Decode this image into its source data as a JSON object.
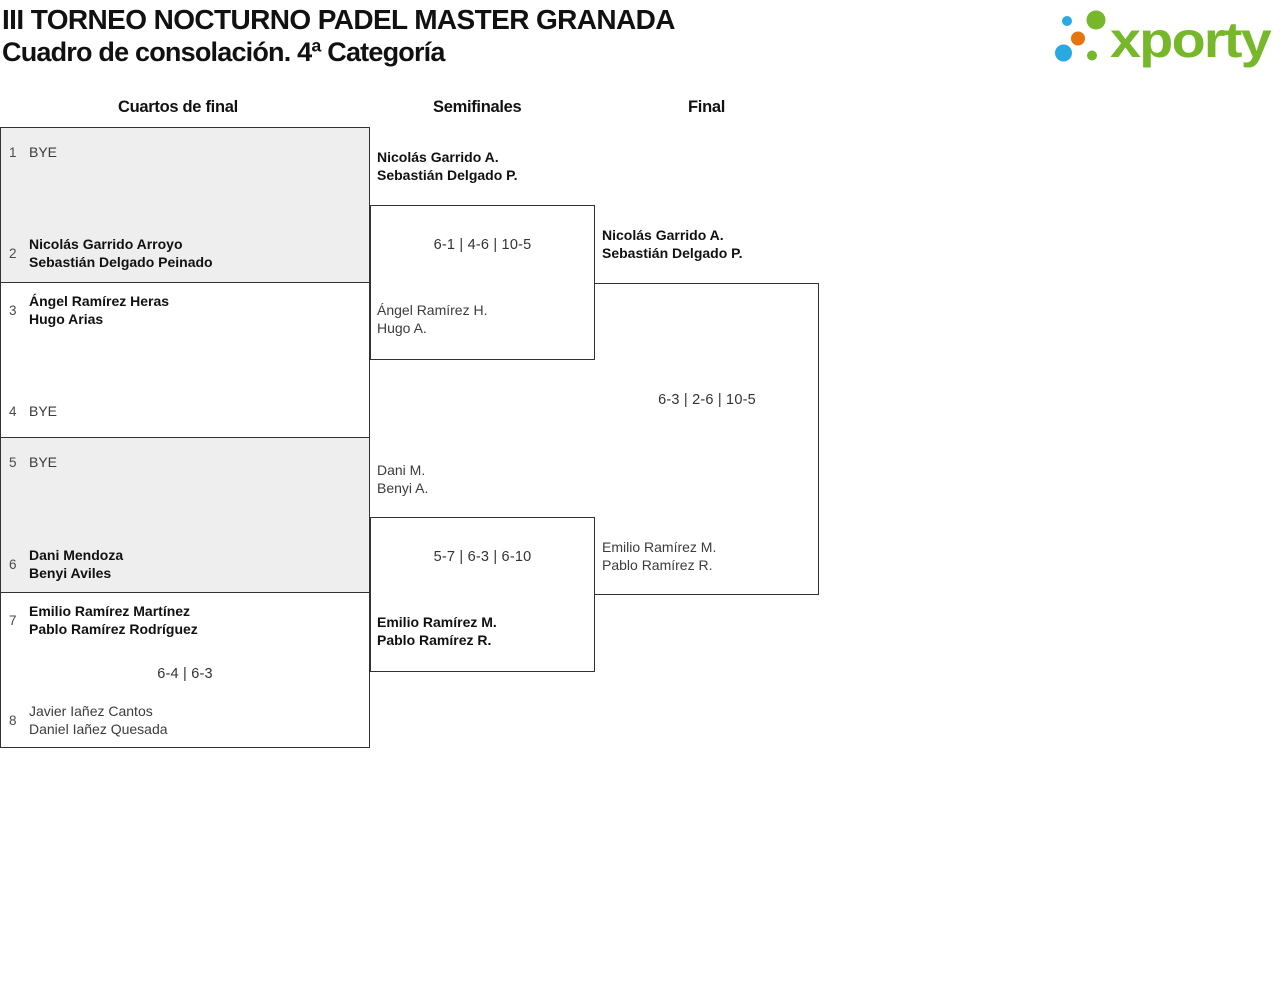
{
  "header": {
    "title_line1": "III TORNEO NOCTURNO PADEL MASTER GRANADA",
    "title_line2": "Cuadro de consolación. 4ª Categoría",
    "logo": {
      "brand": "xporty",
      "colors": {
        "green": "#76b82a",
        "blue": "#29a9e1",
        "orange": "#e8740e"
      }
    }
  },
  "columns": [
    {
      "label": "Cuartos de final"
    },
    {
      "label": "Semifinales"
    },
    {
      "label": "Final"
    }
  ],
  "colors": {
    "shaded_block": "#eeeeee",
    "border": "#333333",
    "winner_text": "#111111",
    "normal_text": "#3c3c3c"
  },
  "bracket": {
    "quarterfinals": [
      {
        "shaded": true,
        "entries": [
          {
            "seed": "1",
            "lines": [
              "BYE"
            ]
          },
          {
            "seed": "2",
            "lines": [
              "Nicolás Garrido Arroyo",
              "Sebastián Delgado Peinado"
            ]
          }
        ],
        "score": ""
      },
      {
        "shaded": false,
        "entries": [
          {
            "seed": "3",
            "lines": [
              "Ángel Ramírez Heras",
              "Hugo Arias"
            ]
          },
          {
            "seed": "4",
            "lines": [
              "BYE"
            ]
          }
        ],
        "score": ""
      },
      {
        "shaded": true,
        "entries": [
          {
            "seed": "5",
            "lines": [
              "BYE"
            ]
          },
          {
            "seed": "6",
            "lines": [
              "Dani Mendoza",
              "Benyi Aviles"
            ]
          }
        ],
        "score": ""
      },
      {
        "shaded": false,
        "entries": [
          {
            "seed": "7",
            "lines": [
              "Emilio Ramírez Martínez",
              "Pablo Ramírez Rodríguez"
            ]
          },
          {
            "seed": "8",
            "lines": [
              "Javier Iañez Cantos",
              "Daniel Iañez Quesada"
            ]
          }
        ],
        "score": "6-4 | 6-3"
      }
    ],
    "semifinals": [
      {
        "top": {
          "lines": [
            "Nicolás Garrido A.",
            "Sebastián Delgado P."
          ]
        },
        "bottom": {
          "lines": [
            "Ángel Ramírez H.",
            "Hugo A."
          ]
        },
        "score": "6-1 | 4-6 | 10-5"
      },
      {
        "top": {
          "lines": [
            "Dani M.",
            "Benyi A."
          ]
        },
        "bottom": {
          "lines": [
            "Emilio Ramírez M.",
            "Pablo Ramírez R."
          ]
        },
        "score": "5-7 | 6-3 | 6-10"
      }
    ],
    "final": {
      "top": {
        "lines": [
          "Nicolás Garrido A.",
          "Sebastián Delgado P."
        ]
      },
      "bottom": {
        "lines": [
          "Emilio Ramírez M.",
          "Pablo Ramírez R."
        ]
      },
      "score": "6-3 | 2-6 | 10-5"
    }
  }
}
